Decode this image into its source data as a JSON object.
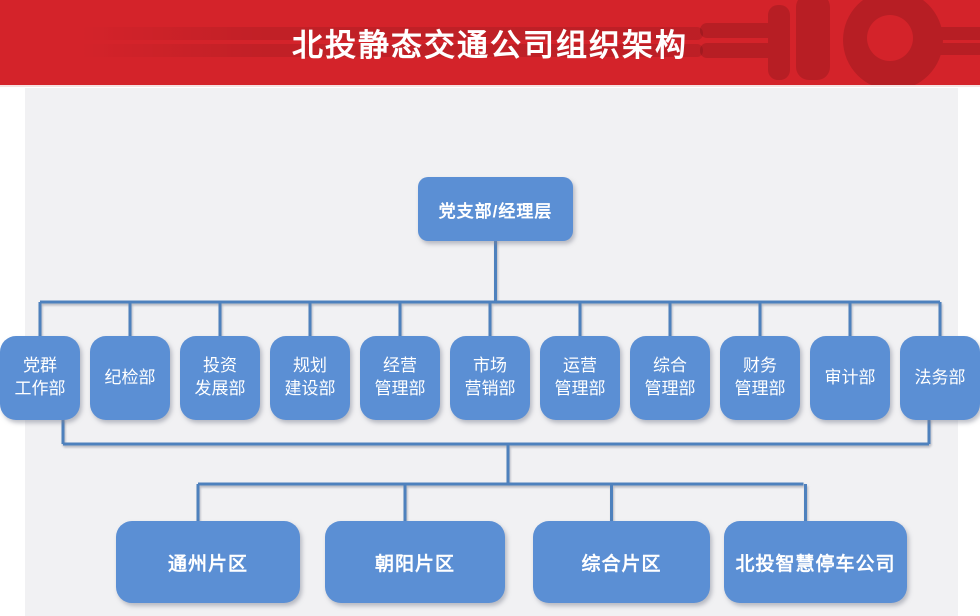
{
  "header": {
    "title": "北投静态交通公司组织架构"
  },
  "colors": {
    "header_bg": "#d4232a",
    "title_text": "#ffffff",
    "page_bg": "#ffffff",
    "panel_bg": "#f1f1f3",
    "box_fill": "#5b8fd4",
    "box_text": "#ffffff",
    "connector": "#4e81bd"
  },
  "org": {
    "root": {
      "label": "党支部/经理层"
    },
    "departments": [
      {
        "label": "党群\n工作部"
      },
      {
        "label": "纪检部"
      },
      {
        "label": "投资\n发展部"
      },
      {
        "label": "规划\n建设部"
      },
      {
        "label": "经营\n管理部"
      },
      {
        "label": "市场\n营销部"
      },
      {
        "label": "运营\n管理部"
      },
      {
        "label": "综合\n管理部"
      },
      {
        "label": "财务\n管理部"
      },
      {
        "label": "审计部"
      },
      {
        "label": "法务部"
      }
    ],
    "regions": [
      {
        "label": "通州片区"
      },
      {
        "label": "朝阳片区"
      },
      {
        "label": "综合片区"
      },
      {
        "label": "北投智慧停车公司"
      }
    ]
  }
}
